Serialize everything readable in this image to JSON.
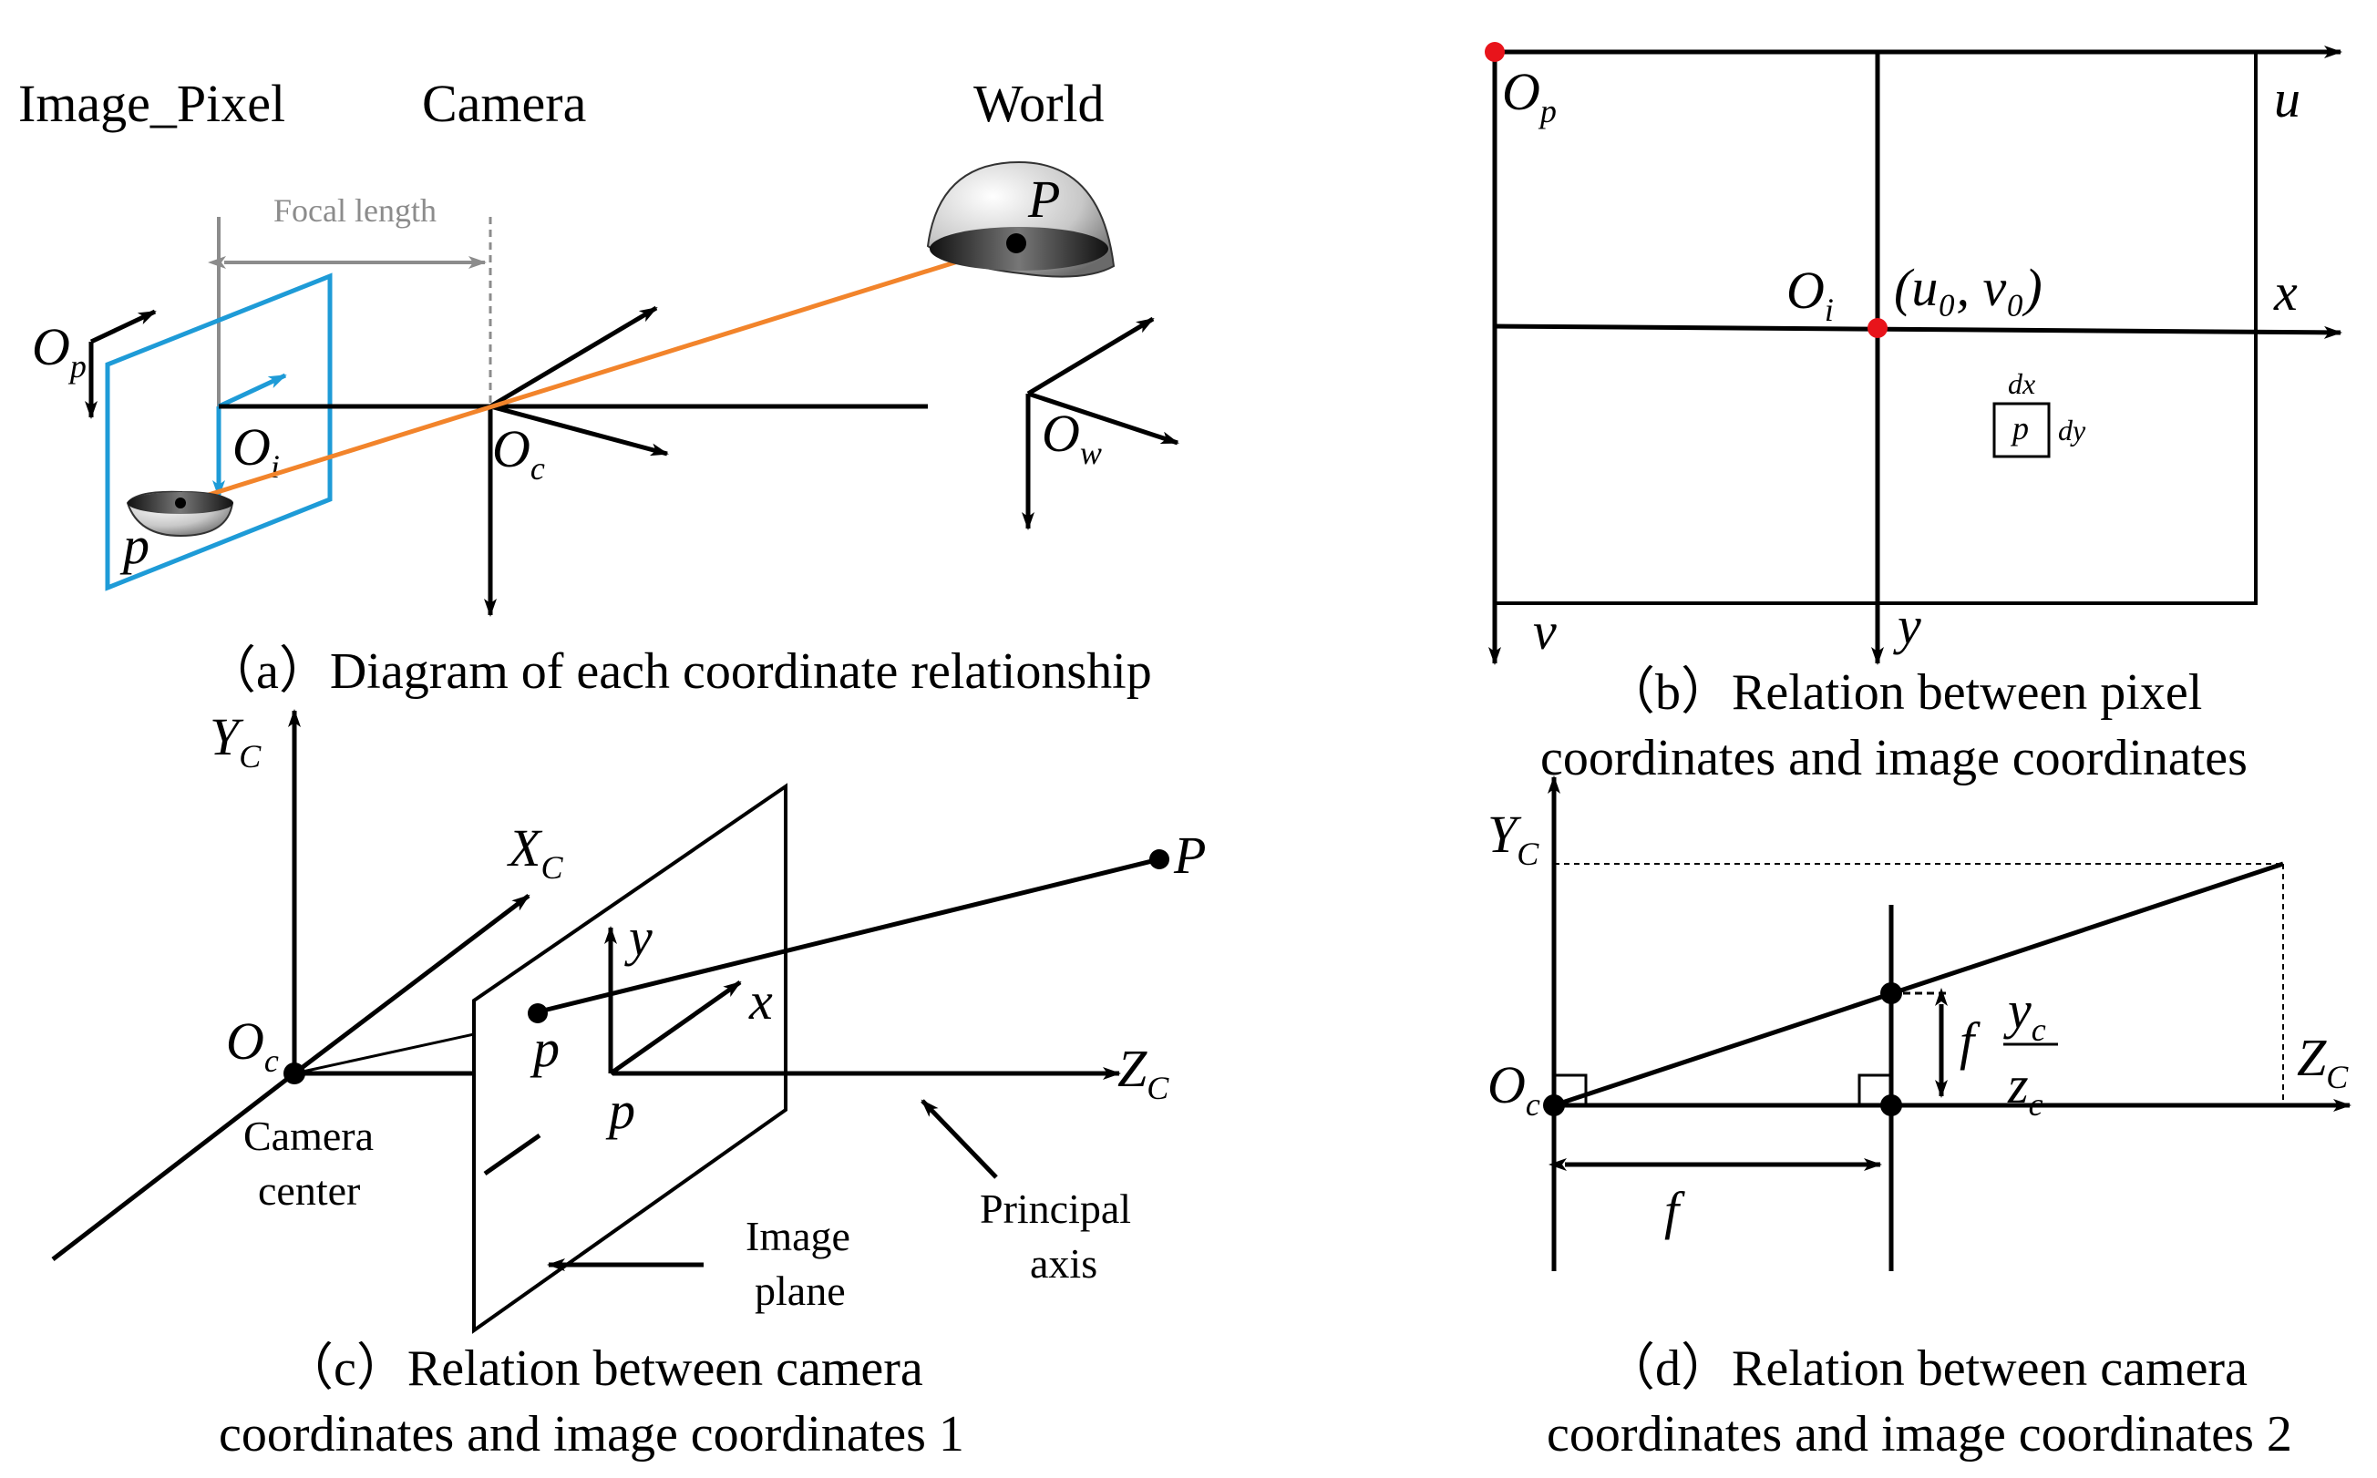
{
  "panel_a": {
    "header_image_pixel": "Image_Pixel",
    "header_camera": "Camera",
    "header_world": "World",
    "focal_length": "Focal length",
    "op_main": "O",
    "op_sub": "p",
    "oi_main": "O",
    "oi_sub": "i",
    "oc_main": "O",
    "oc_sub": "c",
    "ow_main": "O",
    "ow_sub": "w",
    "point_P": "P",
    "point_p": "p",
    "caption": "（a）Diagram of each coordinate relationship",
    "colors": {
      "image_plane": "#1e9bd7",
      "ray": "#f2842b",
      "focal_length": "#8c8c8c"
    }
  },
  "panel_b": {
    "op_main": "O",
    "op_sub": "p",
    "oi_main": "O",
    "oi_sub": "i",
    "u0v0": "(u₀, v₀)",
    "axis_u": "u",
    "axis_v": "v",
    "axis_x": "x",
    "axis_y": "y",
    "dx": "dx",
    "dy": "dy",
    "pixel_p": "p",
    "caption_line1": "（b）Relation between pixel",
    "caption_line2": "coordinates and image coordinates",
    "colors": {
      "origin_dot": "#e8141b"
    }
  },
  "panel_c": {
    "yc_main": "Y",
    "yc_sub": "C",
    "xc_main": "X",
    "xc_sub": "C",
    "zc_main": "Z",
    "zc_sub": "C",
    "oc_main": "O",
    "oc_sub": "c",
    "point_P": "P",
    "point_p": "p",
    "axis_x": "x",
    "axis_y": "y",
    "plane_p": "p",
    "camera_center_1": "Camera",
    "camera_center_2": "center",
    "image_plane_1": "Image",
    "image_plane_2": "plane",
    "principal_axis_1": "Principal",
    "principal_axis_2": "axis",
    "caption_line1": "（c）Relation between camera",
    "caption_line2": "coordinates and image coordinates 1"
  },
  "panel_d": {
    "yc_main": "Y",
    "yc_sub": "C",
    "zc_main": "Z",
    "zc_sub": "C",
    "oc_main": "O",
    "oc_sub": "c",
    "f_label": "f",
    "f_label2": "f",
    "frac_num_main": "y",
    "frac_num_sub": "c",
    "frac_den_main": "z",
    "frac_den_sub": "c",
    "caption_line1": "（d）Relation between camera",
    "caption_line2": "coordinates and image coordinates 2"
  }
}
